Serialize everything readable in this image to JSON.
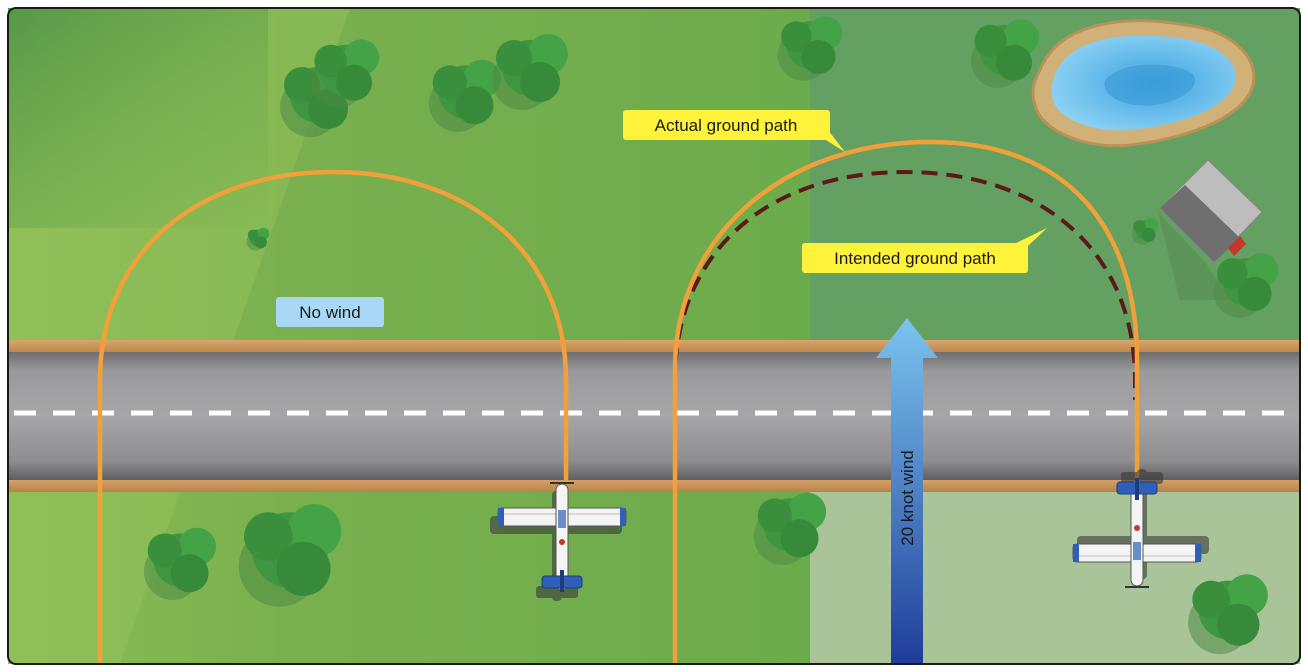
{
  "labels": {
    "no_wind": "No wind",
    "actual_path": "Actual ground path",
    "intended_path": "Intended ground path",
    "wind": "20 knot wind"
  },
  "colors": {
    "path_orange": "#f2a03a",
    "intended_dash": "#5a1a1a",
    "label_yellow": "#fff23a",
    "label_blue": "#a8d8f4",
    "runway": "#8d8d8f",
    "wind_arrow_top": "#7cc4ee",
    "wind_arrow_bottom": "#1f3d9a"
  },
  "icons": [
    "aircraft-icon",
    "tree-icon",
    "pond-icon",
    "building-icon"
  ]
}
